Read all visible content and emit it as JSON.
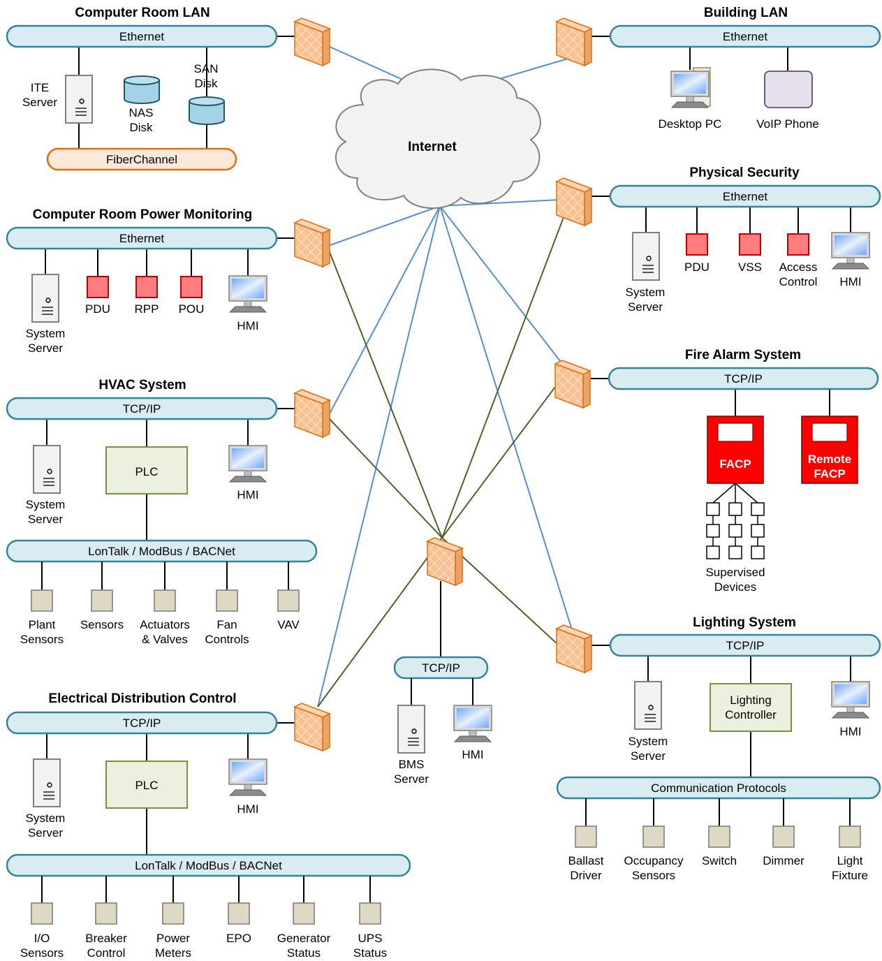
{
  "sections": {
    "computer_room_lan": {
      "title": "Computer Room LAN",
      "bus": "Ethernet",
      "fiber_bus": "FiberChannel",
      "ite_server": [
        "ITE",
        "Server"
      ],
      "nas_disk": [
        "NAS",
        "Disk"
      ],
      "san_disk": [
        "SAN",
        "Disk"
      ]
    },
    "building_lan": {
      "title": "Building LAN",
      "bus": "Ethernet",
      "desktop_pc": "Desktop PC",
      "voip_phone": "VoIP Phone"
    },
    "internet": {
      "label": "Internet"
    },
    "physical_security": {
      "title": "Physical Security",
      "bus": "Ethernet",
      "system_server": [
        "System",
        "Server"
      ],
      "pdu": "PDU",
      "vss": "VSS",
      "access_control": [
        "Access",
        "Control"
      ],
      "hmi": "HMI"
    },
    "power_monitoring": {
      "title": "Computer Room Power Monitoring",
      "bus": "Ethernet",
      "system_server": [
        "System",
        "Server"
      ],
      "pdu": "PDU",
      "rpp": "RPP",
      "pou": "POU",
      "hmi": "HMI"
    },
    "fire_alarm": {
      "title": "Fire Alarm System",
      "bus": "TCP/IP",
      "facp": "FACP",
      "remote_facp": [
        "Remote",
        "FACP"
      ],
      "supervised": [
        "Supervised",
        "Devices"
      ]
    },
    "hvac": {
      "title": "HVAC System",
      "bus": "TCP/IP",
      "system_server": [
        "System",
        "Server"
      ],
      "plc": "PLC",
      "hmi": "HMI",
      "field_bus": "LonTalk / ModBus / BACNet",
      "devices": [
        [
          "Plant",
          "Sensors"
        ],
        [
          "Sensors"
        ],
        [
          "Actuators",
          "& Valves"
        ],
        [
          "Fan",
          "Controls"
        ],
        [
          "VAV"
        ]
      ]
    },
    "bms": {
      "bus": "TCP/IP",
      "server": [
        "BMS",
        "Server"
      ],
      "hmi": "HMI"
    },
    "lighting": {
      "title": "Lighting System",
      "bus": "TCP/IP",
      "system_server": [
        "System",
        "Server"
      ],
      "controller": [
        "Lighting",
        "Controller"
      ],
      "hmi": "HMI",
      "field_bus": "Communication Protocols",
      "devices": [
        [
          "Ballast",
          "Driver"
        ],
        [
          "Occupancy",
          "Sensors"
        ],
        [
          "Switch"
        ],
        [
          "Dimmer"
        ],
        [
          "Light",
          "Fixture"
        ]
      ]
    },
    "electrical": {
      "title": "Electrical Distribution Control",
      "bus": "TCP/IP",
      "system_server": [
        "System",
        "Server"
      ],
      "plc": "PLC",
      "hmi": "HMI",
      "field_bus": "LonTalk / ModBus / BACNet",
      "devices": [
        [
          "I/O",
          "Sensors"
        ],
        [
          "Breaker",
          "Control"
        ],
        [
          "Power",
          "Meters"
        ],
        [
          "EPO"
        ],
        [
          "Generator",
          "Status"
        ],
        [
          "UPS",
          "Status"
        ]
      ]
    }
  },
  "colors": {
    "bus_fill": "#d9ecf1",
    "bus_stroke": "#31849b",
    "fiber_fill": "#fde9d9",
    "fiber_stroke": "#e46c0a",
    "firewall_fill": "#fac090",
    "firewall_stroke": "#e46c0a",
    "internet_link": "#558ed5",
    "bms_link": "#4f6228",
    "alarm_red": "#ff0000",
    "controller_fill": "#ebf1de",
    "controller_stroke": "#77933c",
    "device_fill": "#ddd9c3",
    "device_stroke": "#7f7f7f",
    "panel_red": "#ff7c80"
  },
  "icons": [
    "firewall-icon",
    "server-icon",
    "disk-icon",
    "monitor-icon",
    "desktop-pc-icon",
    "voip-phone-icon",
    "cloud-icon"
  ]
}
